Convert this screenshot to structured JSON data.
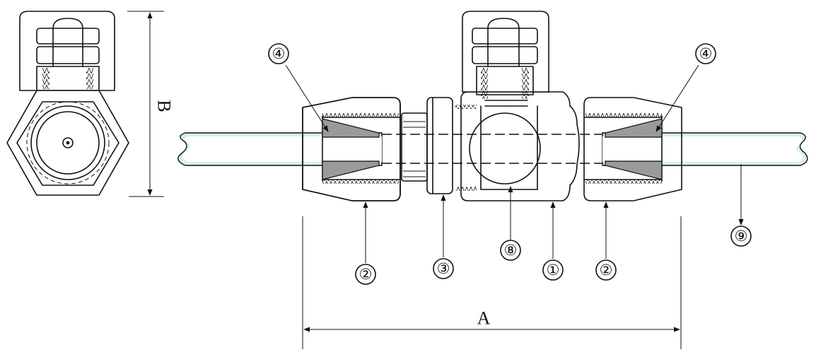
{
  "dimensions": {
    "overall_length": "A",
    "height": "B"
  },
  "callouts": {
    "c1": "①",
    "c2a": "②",
    "c2b": "②",
    "c3": "③",
    "c4a": "④",
    "c4b": "④",
    "c8": "⑧",
    "c9": "⑨"
  }
}
